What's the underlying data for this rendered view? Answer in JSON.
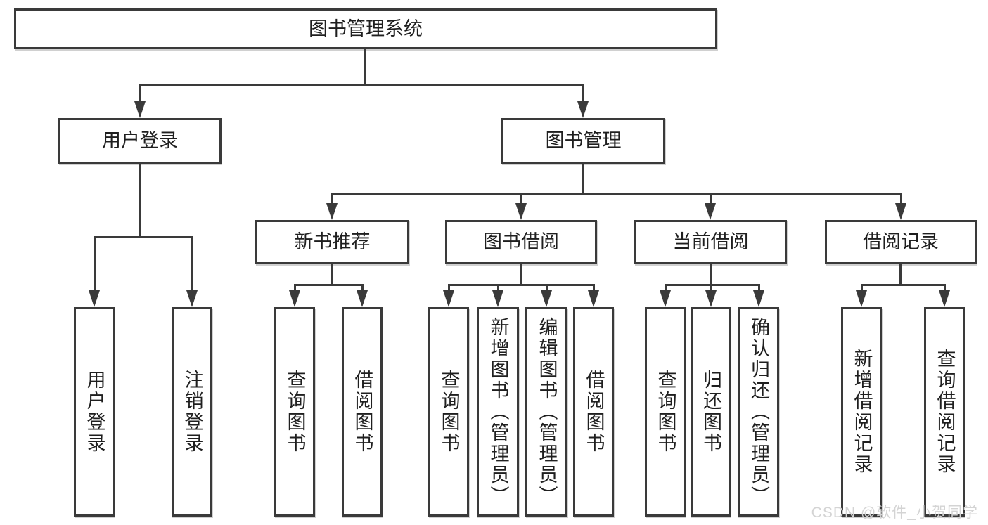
{
  "diagram": {
    "title": "图书管理系统",
    "root": {
      "label": "图书管理系统"
    },
    "branches": [
      {
        "label": "用户登录",
        "children": [
          {
            "label": "用户登录"
          },
          {
            "label": "注销登录"
          }
        ]
      },
      {
        "label": "图书管理",
        "children": [
          {
            "label": "新书推荐",
            "children": [
              {
                "label": "查询图书"
              },
              {
                "label": "借阅图书"
              }
            ]
          },
          {
            "label": "图书借阅",
            "children": [
              {
                "label": "查询图书"
              },
              {
                "label": "新增图书（管理员）"
              },
              {
                "label": "编辑图书（管理员）"
              },
              {
                "label": "借阅图书"
              }
            ]
          },
          {
            "label": "当前借阅",
            "children": [
              {
                "label": "查询图书"
              },
              {
                "label": "归还图书"
              },
              {
                "label": "确认归还（管理员）"
              }
            ]
          },
          {
            "label": "借阅记录",
            "children": [
              {
                "label": "新增借阅记录"
              },
              {
                "label": "查询借阅记录"
              }
            ]
          }
        ]
      }
    ]
  },
  "watermark": {
    "text": "CSDN @软件_小贺同学"
  },
  "colors": {
    "line": "#3a3a3a",
    "text": "#1f1f1f",
    "background": "#ffffff",
    "watermark": "#d4d4d4"
  }
}
